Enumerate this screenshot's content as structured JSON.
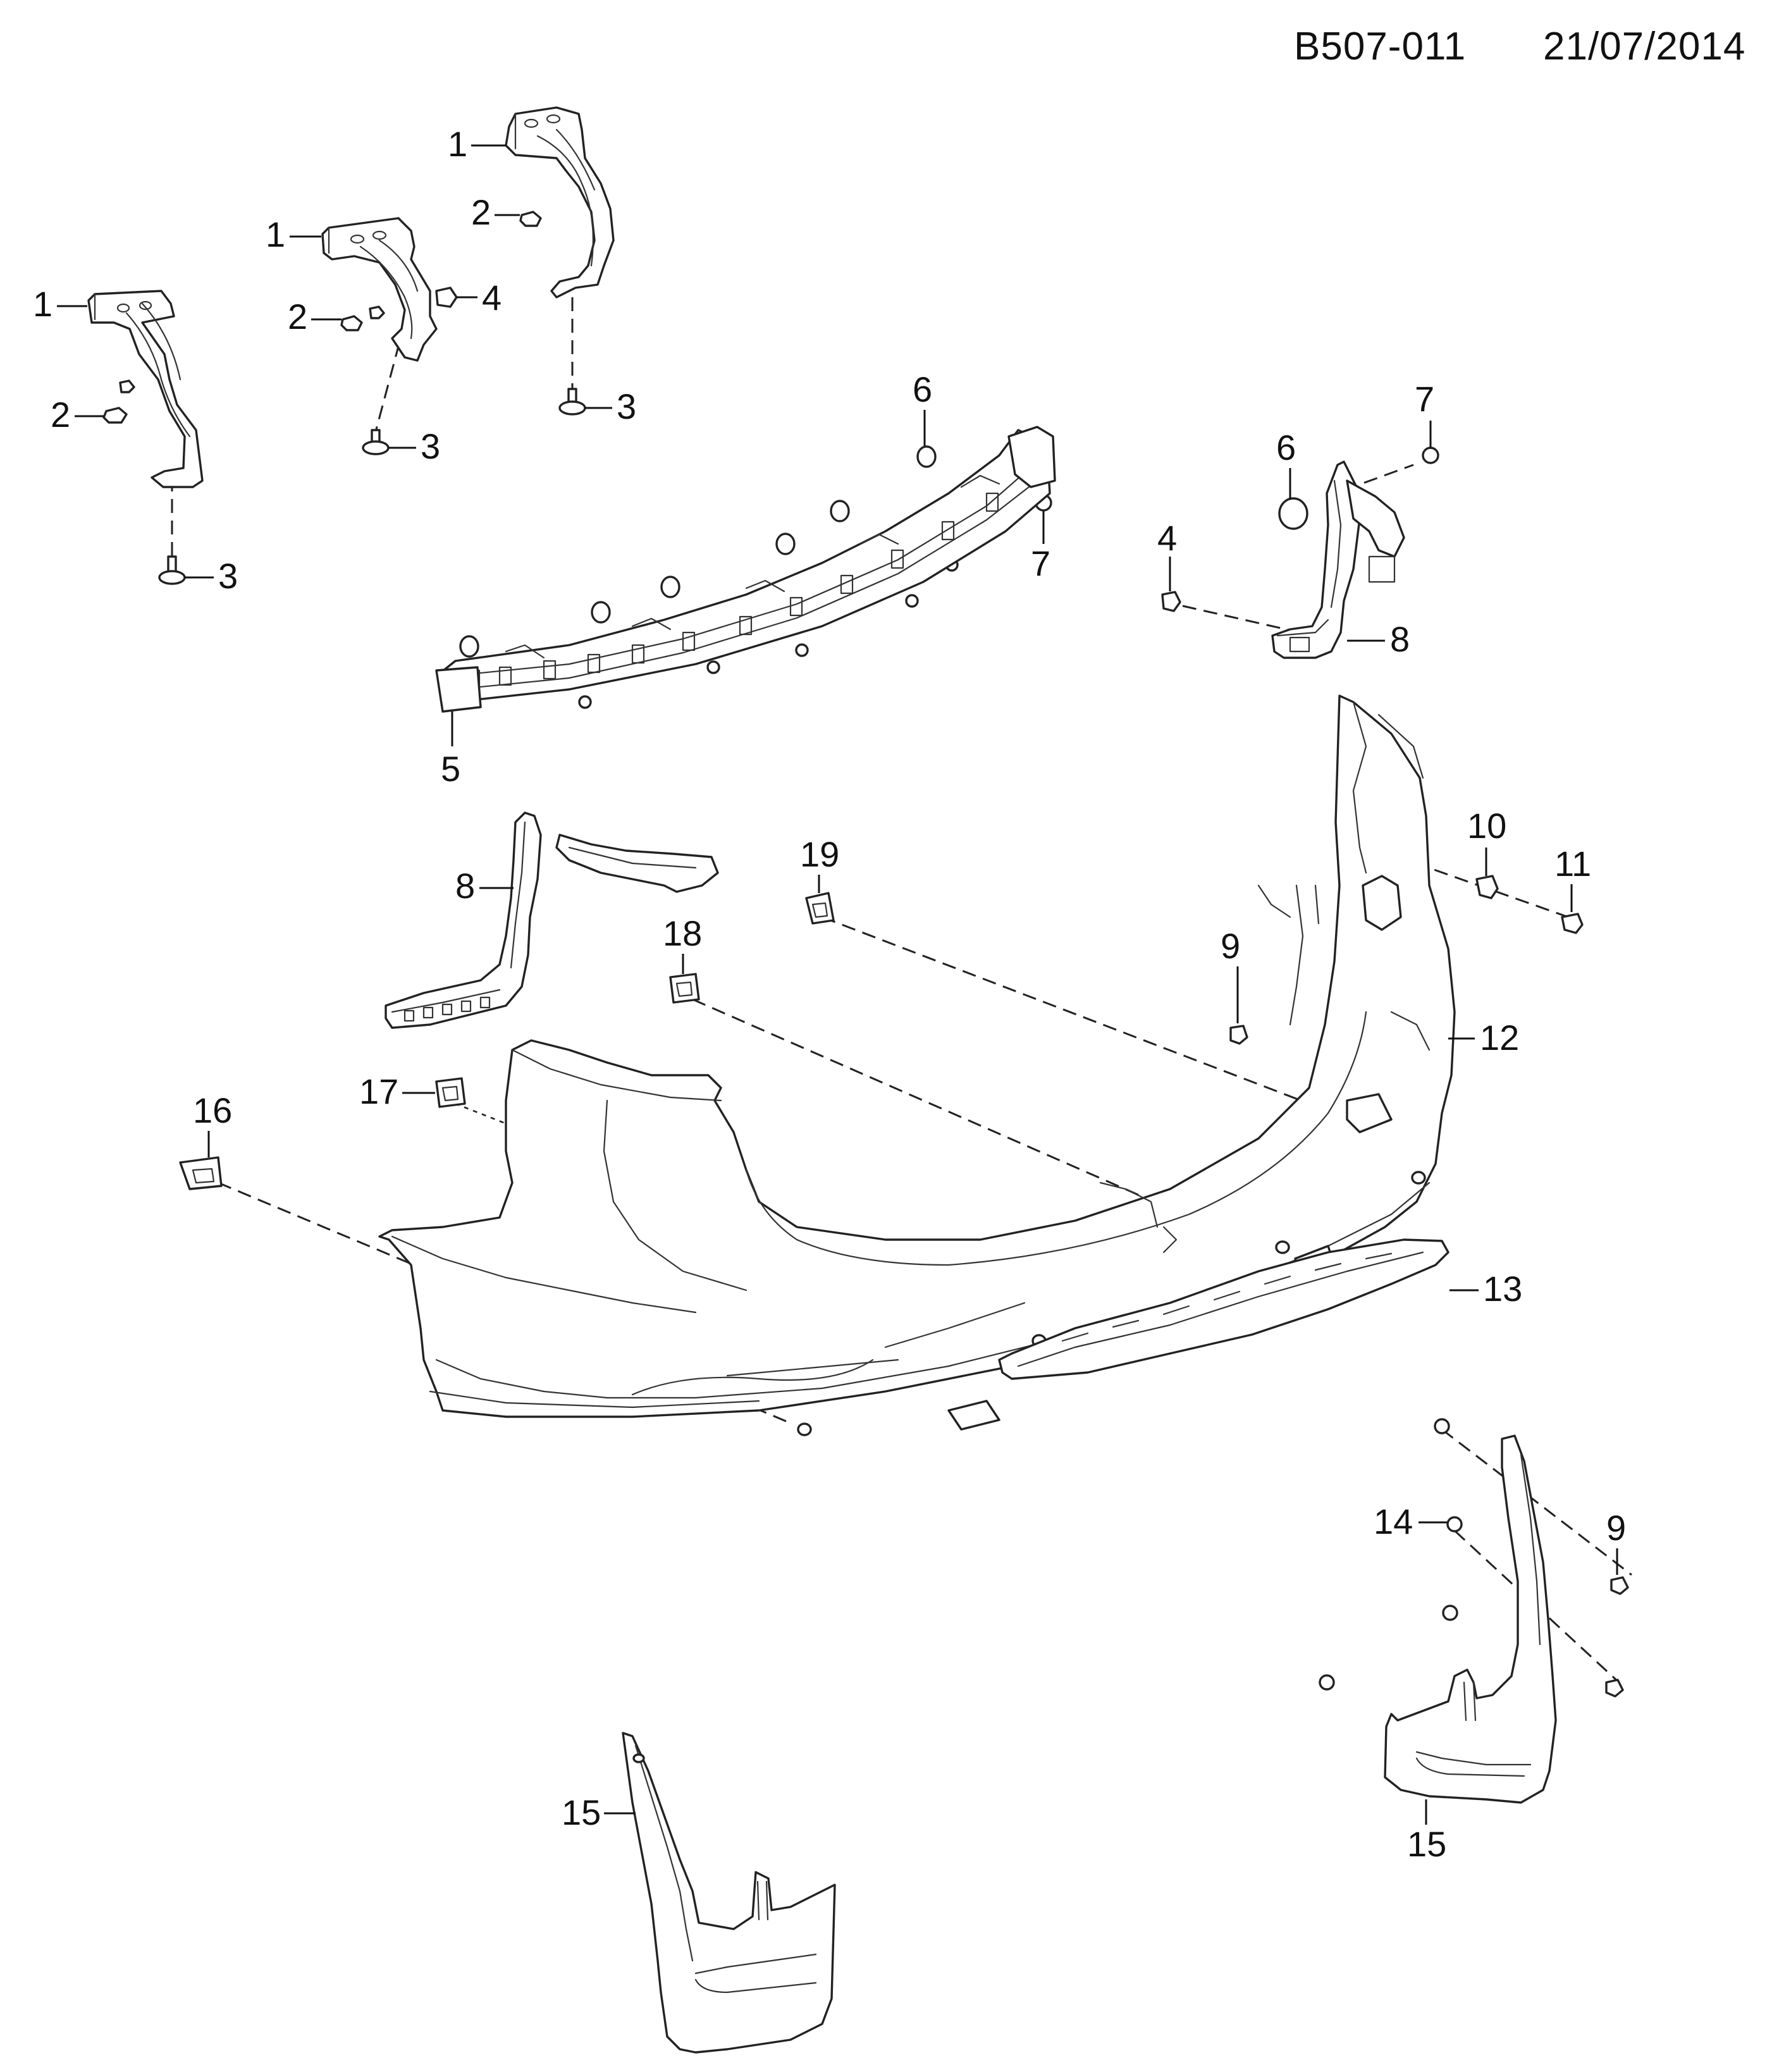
{
  "header": {
    "code": "B507-011",
    "date": "21/07/2014"
  },
  "callouts": [
    "1",
    "1",
    "1",
    "2",
    "2",
    "2",
    "3",
    "3",
    "3",
    "4",
    "4",
    "5",
    "6",
    "6",
    "7",
    "7",
    "8",
    "8",
    "9",
    "9",
    "10",
    "11",
    "12",
    "13",
    "14",
    "15",
    "15",
    "16",
    "17",
    "18",
    "19"
  ]
}
